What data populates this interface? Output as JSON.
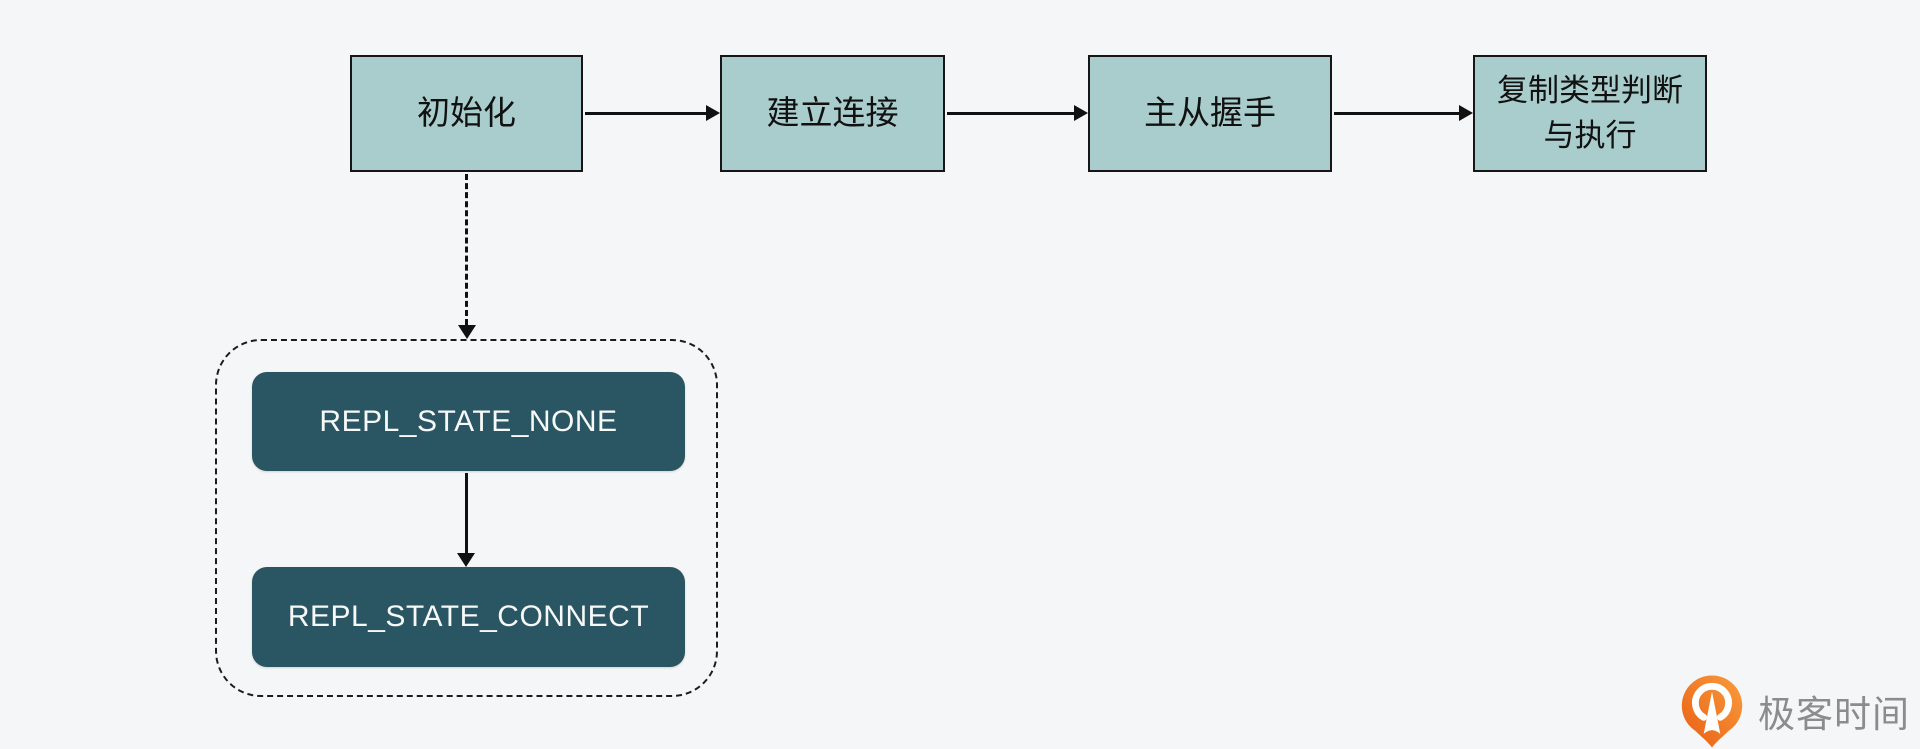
{
  "page": {
    "background_color": "#f5f6f7",
    "type": "flowchart"
  },
  "flow": {
    "node_fill_color": "#a9cdcc",
    "node_border_color": "#161616",
    "arrow_color": "#111111",
    "nodes": [
      {
        "label": "初始化"
      },
      {
        "label": "建立连接"
      },
      {
        "label": "主从握手"
      },
      {
        "label": "复制类型判断",
        "label_line2": "与执行"
      }
    ]
  },
  "states": {
    "box_fill_color": "#2a5664",
    "box_text_color": "#f7f8f8",
    "container_border_style": "dashed",
    "items": [
      {
        "label": "REPL_STATE_NONE"
      },
      {
        "label": "REPL_STATE_CONNECT"
      }
    ]
  },
  "brand": {
    "name": "极客时间",
    "icon": "geektime-pin-icon",
    "icon_color": "#ee7420",
    "text_color": "#8c8c8c"
  }
}
